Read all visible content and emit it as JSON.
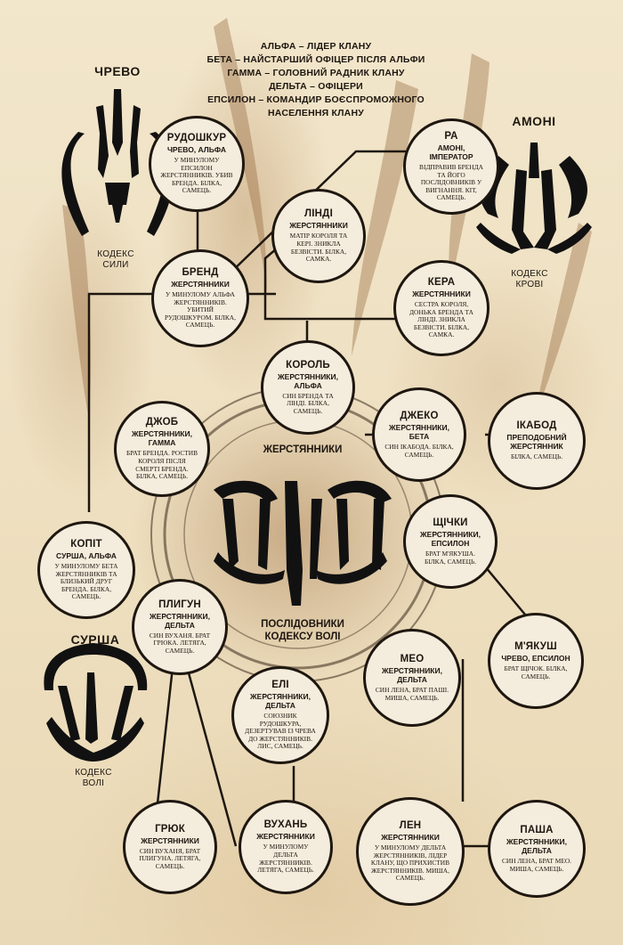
{
  "legend": {
    "lines": [
      "АЛЬФА – ЛІДЕР КЛАНУ",
      "БЕТА – НАЙСТАРШИЙ ОФІЦЕР ПІСЛЯ АЛЬФИ",
      "ГАММА – ГОЛОВНИЙ РАДНИК КЛАНУ",
      "ДЕЛЬТА – ОФІЦЕРИ",
      "ЕПСИЛОН – КОМАНДИР БОЄСПРОМОЖНОГО",
      "НАСЕЛЕННЯ КЛАНУ"
    ]
  },
  "codices": {
    "chrevo": {
      "title": "ЧРЕВО",
      "sub1": "КОДЕКС",
      "sub2": "СИЛИ"
    },
    "amoni": {
      "title": "АМОНІ",
      "sub1": "КОДЕКС",
      "sub2": "КРОВІ"
    },
    "surshа": {
      "title": "СУРША",
      "sub1": "КОДЕКС",
      "sub2": "ВОЛІ"
    },
    "center": {
      "top": "ЖЕРСТЯННИКИ",
      "bottom1": "ПОСЛІДОВНИКИ",
      "bottom2": "КОДЕКСУ ВОЛІ"
    }
  },
  "nodes": {
    "rudoshkur": {
      "name": "РУДОШКУР",
      "role": "ЧРЕВО, АЛЬФА",
      "desc": "У МИНУЛОМУ ЕПСИЛОН ЖЕРСТЯННИКІВ. УБИВ БРЕНДА. БІЛКА, САМЕЦЬ."
    },
    "ra": {
      "name": "РА",
      "role": "АМОНІ, ІМПЕРАТОР",
      "desc": "ВІДПРАВИВ БРЕНДА ТА ЙОГО ПОСЛІДОВНИКІВ У ВИГНАННЯ. КІТ, САМЕЦЬ."
    },
    "lindi": {
      "name": "ЛІНДІ",
      "role": "ЖЕРСТЯННИКИ",
      "desc": "МАТІР КОРОЛЯ ТА КЕРІ. ЗНИКЛА БЕЗВІСТИ. БІЛКА, САМКА."
    },
    "brend": {
      "name": "БРЕНД",
      "role": "ЖЕРСТЯННИКИ",
      "desc": "У МИНУЛОМУ АЛЬФА ЖЕРСТЯННИКІВ. УБИТИЙ РУДОШКУРОМ. БІЛКА, САМЕЦЬ."
    },
    "kera": {
      "name": "КЕРА",
      "role": "ЖЕРСТЯННИКИ",
      "desc": "СЕСТРА КОРОЛЯ, ДОНЬКА БРЕНДА ТА ЛІНДІ. ЗНИКЛА БЕЗВІСТИ. БІЛКА, САМКА."
    },
    "korol": {
      "name": "КОРОЛЬ",
      "role": "ЖЕРСТЯННИКИ, АЛЬФА",
      "desc": "СИН БРЕНДА ТА ЛІНДІ. БІЛКА, САМЕЦЬ."
    },
    "dzhob": {
      "name": "ДЖОБ",
      "role": "ЖЕРСТЯННИКИ, ГАММА",
      "desc": "БРАТ БРЕНДА. РОСТИВ КОРОЛЯ ПІСЛЯ СМЕРТІ БРЕНДА. БІЛКА, САМЕЦЬ."
    },
    "dzheko": {
      "name": "ДЖЕКО",
      "role": "ЖЕРСТЯННИКИ, БЕТА",
      "desc": "СИН ІКАБОДА. БІЛКА, САМЕЦЬ."
    },
    "ikabod": {
      "name": "ІКАБОД",
      "role": "ПРЕПОДОБНИЙ ЖЕРСТЯННИК",
      "desc": "БІЛКА, САМЕЦЬ."
    },
    "kopit": {
      "name": "КОПІТ",
      "role": "СУРША, АЛЬФА",
      "desc": "У МИНУЛОМУ БЕТА ЖЕРСТЯННИКІВ ТА БЛИЗЬКИЙ ДРУГ БРЕНДА. БІЛКА, САМЕЦЬ."
    },
    "shchichky": {
      "name": "ЩІЧКИ",
      "role": "ЖЕРСТЯННИКИ, ЕПСИЛОН",
      "desc": "БРАТ М'ЯКУША. БІЛКА, САМЕЦЬ."
    },
    "plyhun": {
      "name": "ПЛИГУН",
      "role": "ЖЕРСТЯННИКИ, ДЕЛЬТА",
      "desc": "СИН ВУХАНЯ. БРАТ ГРЮКА. ЛЕТЯГА, САМЕЦЬ."
    },
    "meo": {
      "name": "МЕО",
      "role": "ЖЕРСТЯННИКИ, ДЕЛЬТА",
      "desc": "СИН ЛЕНА, БРАТ ПАШІ. МИША, САМЕЦЬ."
    },
    "myakush": {
      "name": "М'ЯКУШ",
      "role": "ЧРЕВО, ЕПСИЛОН",
      "desc": "БРАТ ЩІЧОК. БІЛКА, САМЕЦЬ."
    },
    "eli": {
      "name": "ЕЛІ",
      "role": "ЖЕРСТЯННИКИ, ДЕЛЬТА",
      "desc": "СОЮЗНИК РУДОШКУРА, ДЕЗЕРТУВАВ ІЗ ЧРЕВА ДО ЖЕРСТЯННИКІВ. ЛИС, САМЕЦЬ."
    },
    "hryuk": {
      "name": "ГРЮК",
      "role": "ЖЕРСТЯННИКИ",
      "desc": "СИН ВУХАНЯ, БРАТ ПЛИГУНА. ЛЕТЯГА, САМЕЦЬ."
    },
    "vukhan": {
      "name": "ВУХАНЬ",
      "role": "ЖЕРСТЯННИКИ",
      "desc": "У МИНУЛОМУ ДЕЛЬТА ЖЕРСТЯННИКІВ. ЛЕТЯГА, САМЕЦЬ."
    },
    "len": {
      "name": "ЛЕН",
      "role": "ЖЕРСТЯННИКИ",
      "desc": "У МИНУЛОМУ ДЕЛЬТА ЖЕРСТЯННИКІВ, ЛІДЕР КЛАНУ, ЩО ПРИХИСТИВ ЖЕРСТЯННИКІВ. МИША, САМЕЦЬ."
    },
    "pasha": {
      "name": "ПАША",
      "role": "ЖЕРСТЯННИКИ, ДЕЛЬТА",
      "desc": "СИН ЛЕНА, БРАТ МЕО. МИША, САМЕЦЬ."
    }
  }
}
